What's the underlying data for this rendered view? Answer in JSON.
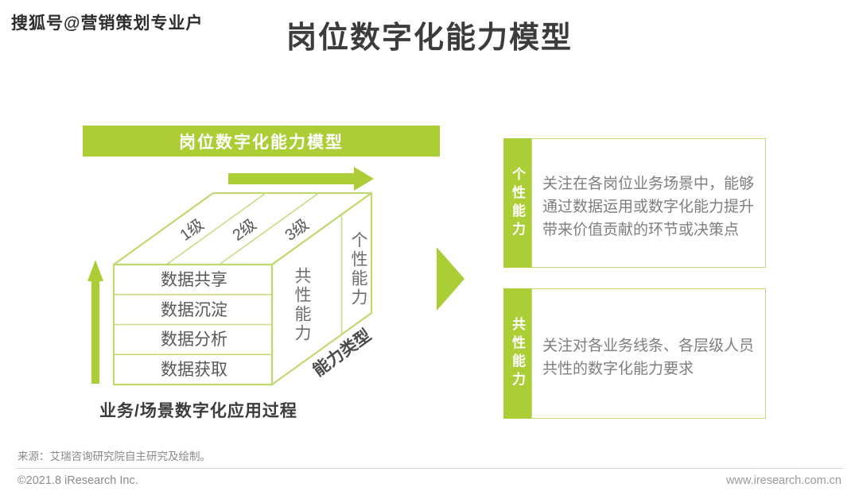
{
  "watermark": "搜狐号@营销策划专业户",
  "page_title": "岗位数字化能力模型",
  "colors": {
    "accent_green": "#abce36",
    "box_stroke_green": "#bfd96e",
    "title_text": "#3d3b3b",
    "label_text": "#595757",
    "panel_body_text": "#7e7e7e",
    "footer_text": "#8a8a8a"
  },
  "icons": {
    "up_arrow": "up-arrow",
    "right_arrow": "right-arrow",
    "flow_triangle": "right-pointing-triangle"
  },
  "diagram": {
    "banner": "岗位数字化能力模型",
    "x_axis_label": "业务/场景数字化应用过程",
    "levels": [
      "1级",
      "2级",
      "3级"
    ],
    "rows": [
      "数据共享",
      "数据沉淀",
      "数据分析",
      "数据获取"
    ],
    "side_labels": {
      "common": "共性能力",
      "individual": "个性能力",
      "type_axis": "能力类型"
    }
  },
  "panels": [
    {
      "tab": "个性能力",
      "lines": [
        "关注在各岗位业务场景中，能够",
        "通过数据运用或数字化能力提升",
        "带来价值贡献的环节或决策点"
      ]
    },
    {
      "tab": "共性能力",
      "lines": [
        "关注对各业务线条、各层级人员",
        "共性的数字化能力要求"
      ]
    }
  ],
  "footer": {
    "source": "来源：艾瑞咨询研究院自主研究及绘制。",
    "copyright": "©2021.8 iResearch Inc.",
    "website": "www.iresearch.com.cn"
  }
}
